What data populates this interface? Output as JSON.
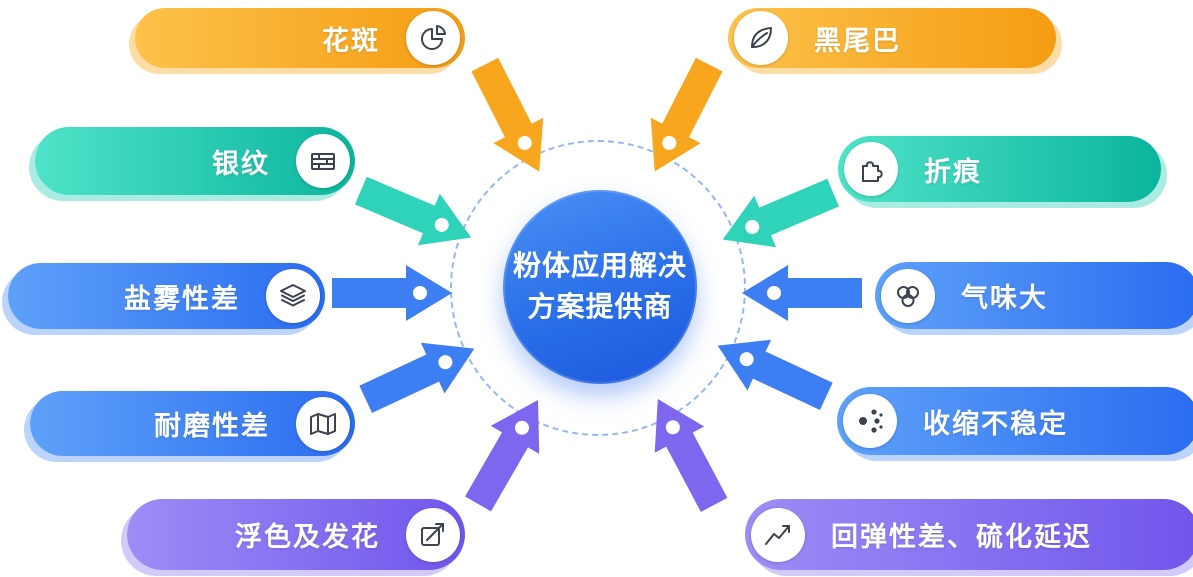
{
  "center": {
    "line1": "粉体应用解决",
    "line2": "方案提供商"
  },
  "colors": {
    "orange": "#f7a61e",
    "teal": "#2fd3ba",
    "blue": "#3d7ff2",
    "purple": "#7e66ef",
    "center_blue": "#2a6ee8"
  },
  "items": {
    "huaban": {
      "label": "花斑",
      "icon": "pie-chart-icon",
      "color": "orange"
    },
    "heiweiba": {
      "label": "黑尾巴",
      "icon": "leaf-icon",
      "color": "orange"
    },
    "yinwen": {
      "label": "银纹",
      "icon": "brick-wall-icon",
      "color": "teal"
    },
    "zhehen": {
      "label": "折痕",
      "icon": "puzzle-icon",
      "color": "teal"
    },
    "yanwu": {
      "label": "盐雾性差",
      "icon": "layers-icon",
      "color": "blue"
    },
    "qiwei": {
      "label": "气味大",
      "icon": "circles-icon",
      "color": "blue"
    },
    "naimo": {
      "label": "耐磨性差",
      "icon": "map-icon",
      "color": "blue"
    },
    "shousuo": {
      "label": "收缩不稳定",
      "icon": "scatter-dots-icon",
      "color": "blue"
    },
    "fuse": {
      "label": "浮色及发花",
      "icon": "trend-box-icon",
      "color": "purple"
    },
    "huitan": {
      "label": "回弹性差、硫化延迟",
      "icon": "line-chart-icon",
      "color": "purple"
    }
  }
}
